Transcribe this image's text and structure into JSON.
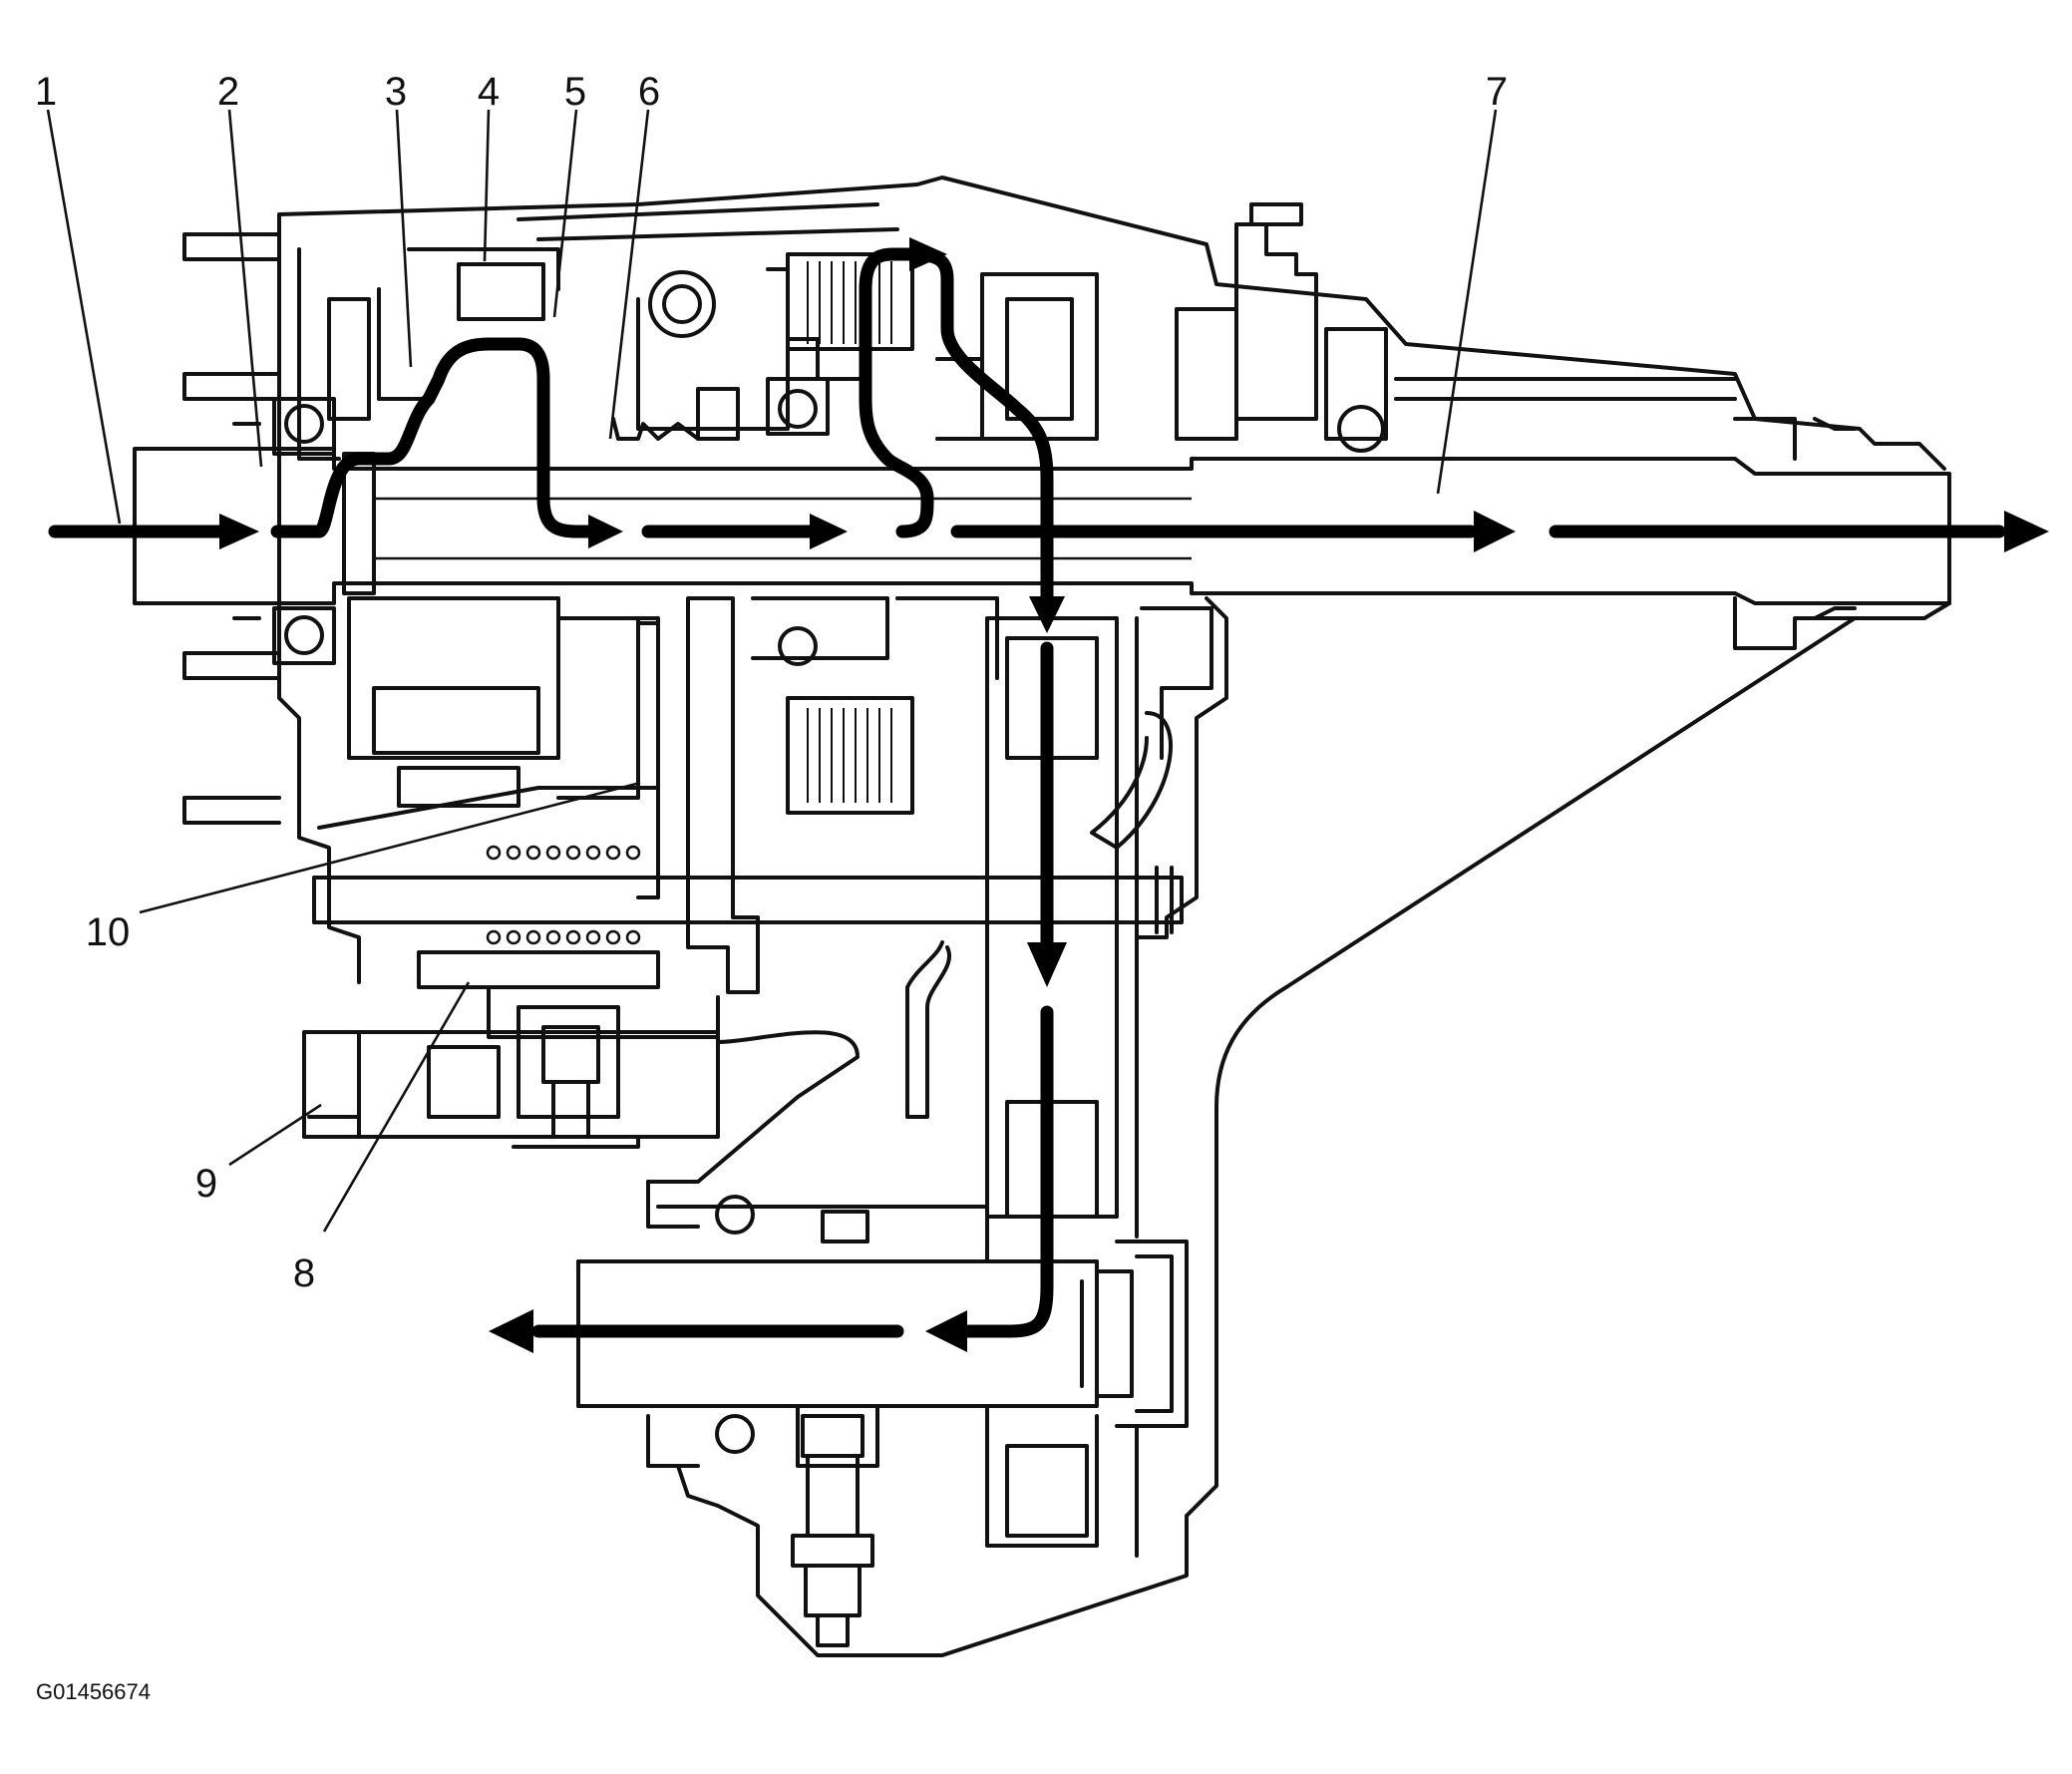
{
  "figure_id": "G01456674",
  "callouts": [
    {
      "number": "1"
    },
    {
      "number": "2"
    },
    {
      "number": "3"
    },
    {
      "number": "4"
    },
    {
      "number": "5"
    },
    {
      "number": "6"
    },
    {
      "number": "7"
    },
    {
      "number": "8"
    },
    {
      "number": "9"
    },
    {
      "number": "10"
    }
  ],
  "colors": {
    "line": "#111111",
    "background": "#ffffff"
  }
}
